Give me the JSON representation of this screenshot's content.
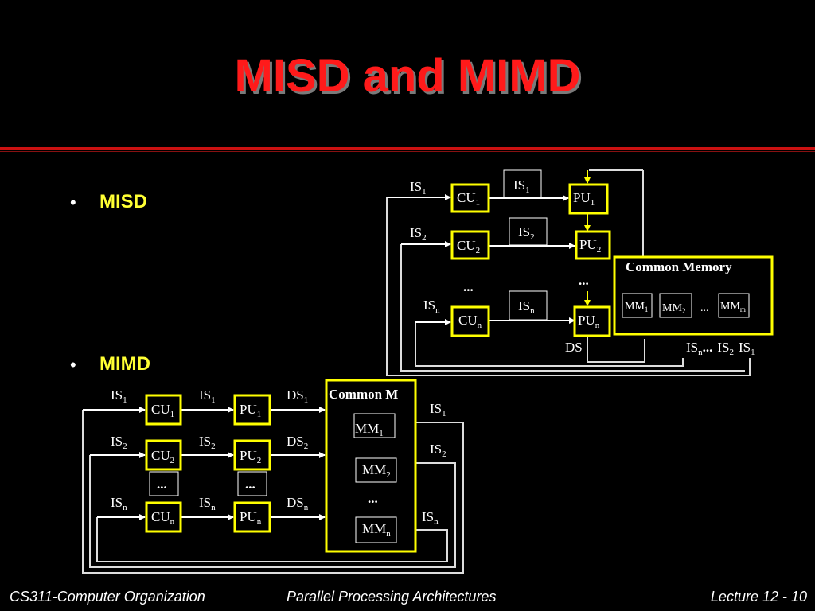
{
  "slide": {
    "title": "MISD and MIMD",
    "bullets": [
      "MISD",
      "MIMD"
    ]
  },
  "misd": {
    "cu_labels": [
      "CU",
      "CU",
      "CU"
    ],
    "cu_subs": [
      "1",
      "2",
      "n"
    ],
    "pu_labels": [
      "PU",
      "PU",
      "PU"
    ],
    "pu_subs": [
      "1",
      "2",
      "n"
    ],
    "is_in_labels": [
      "IS",
      "IS",
      "IS"
    ],
    "is_in_subs": [
      "1",
      "2",
      "n"
    ],
    "is_box_labels": [
      "IS",
      "IS",
      "IS"
    ],
    "is_box_subs": [
      "1",
      "2",
      "n"
    ],
    "ellipsis": "...",
    "memory_title": "Common Memory",
    "mm_labels": [
      "MM",
      "MM",
      "MM"
    ],
    "mm_subs": [
      "1",
      "2",
      "m"
    ],
    "ds_label": "DS",
    "bottom_is": {
      "n": "IS",
      "n_sub": "n",
      "ellipsis": "...",
      "two": "IS",
      "two_sub": "2",
      "one": "IS",
      "one_sub": "1"
    }
  },
  "mimd": {
    "cu_labels": [
      "CU",
      "CU",
      "CU"
    ],
    "cu_subs": [
      "1",
      "2",
      "n"
    ],
    "pu_labels": [
      "PU",
      "PU",
      "PU"
    ],
    "pu_subs": [
      "1",
      "2",
      "n"
    ],
    "is_left_labels": [
      "IS",
      "IS",
      "IS"
    ],
    "is_left_subs": [
      "1",
      "2",
      "n"
    ],
    "is_mid_labels": [
      "IS",
      "IS",
      "IS"
    ],
    "is_mid_subs": [
      "1",
      "2",
      "n"
    ],
    "ds_labels": [
      "DS",
      "DS",
      "DS"
    ],
    "ds_subs": [
      "1",
      "2",
      "n"
    ],
    "memory_title": "Common M",
    "mm_labels": [
      "MM",
      "MM",
      "MM"
    ],
    "mm_subs": [
      "1",
      "2",
      "n"
    ],
    "is_right_labels": [
      "IS",
      "IS",
      "IS"
    ],
    "is_right_subs": [
      "1",
      "2",
      "n"
    ],
    "ellipsis": "..."
  },
  "footer": {
    "left": "CS311-Computer Organization",
    "center": "Parallel Processing Architectures",
    "right": "Lecture 12 - 10"
  }
}
